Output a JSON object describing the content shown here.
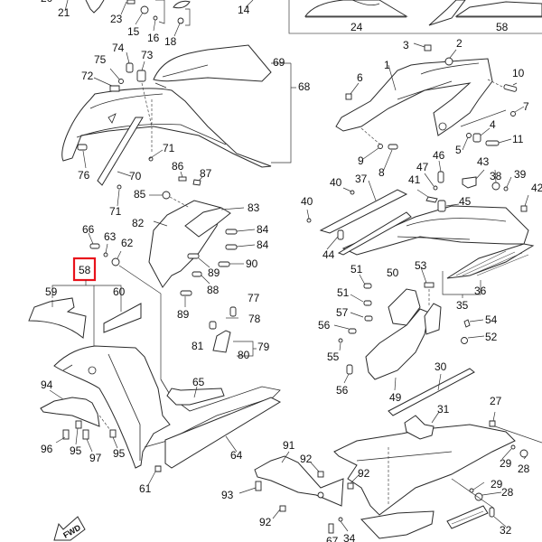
{
  "diagram": {
    "title": "Cowling parts exploded view",
    "highlighted_part": "58",
    "highlight_color": "#e8121b",
    "fwd_badge": "FWD",
    "callouts": [
      {
        "id": "20",
        "label": "20"
      },
      {
        "id": "21",
        "label": "21"
      },
      {
        "id": "23",
        "label": "23"
      },
      {
        "id": "15",
        "label": "15"
      },
      {
        "id": "16",
        "label": "16"
      },
      {
        "id": "18",
        "label": "18"
      },
      {
        "id": "14",
        "label": "14"
      },
      {
        "id": "24",
        "label": "24"
      },
      {
        "id": "58top",
        "label": "58"
      },
      {
        "id": "74",
        "label": "74"
      },
      {
        "id": "75",
        "label": "75"
      },
      {
        "id": "73",
        "label": "73"
      },
      {
        "id": "72",
        "label": "72"
      },
      {
        "id": "69",
        "label": "69"
      },
      {
        "id": "68",
        "label": "68"
      },
      {
        "id": "3",
        "label": "3"
      },
      {
        "id": "2",
        "label": "2"
      },
      {
        "id": "1",
        "label": "1"
      },
      {
        "id": "10",
        "label": "10"
      },
      {
        "id": "6",
        "label": "6"
      },
      {
        "id": "7",
        "label": "7"
      },
      {
        "id": "4",
        "label": "4"
      },
      {
        "id": "11",
        "label": "11"
      },
      {
        "id": "5",
        "label": "5"
      },
      {
        "id": "9",
        "label": "9"
      },
      {
        "id": "8",
        "label": "8"
      },
      {
        "id": "76",
        "label": "76"
      },
      {
        "id": "71a",
        "label": "71"
      },
      {
        "id": "70",
        "label": "70"
      },
      {
        "id": "71b",
        "label": "71"
      },
      {
        "id": "86",
        "label": "86"
      },
      {
        "id": "87",
        "label": "87"
      },
      {
        "id": "85",
        "label": "85"
      },
      {
        "id": "83",
        "label": "83"
      },
      {
        "id": "82",
        "label": "82"
      },
      {
        "id": "84a",
        "label": "84"
      },
      {
        "id": "84b",
        "label": "84"
      },
      {
        "id": "90",
        "label": "90"
      },
      {
        "id": "89a",
        "label": "89"
      },
      {
        "id": "88",
        "label": "88"
      },
      {
        "id": "89b",
        "label": "89"
      },
      {
        "id": "66",
        "label": "66"
      },
      {
        "id": "63",
        "label": "63"
      },
      {
        "id": "62",
        "label": "62"
      },
      {
        "id": "58",
        "label": "58"
      },
      {
        "id": "59",
        "label": "59"
      },
      {
        "id": "60",
        "label": "60"
      },
      {
        "id": "77",
        "label": "77"
      },
      {
        "id": "78",
        "label": "78"
      },
      {
        "id": "81",
        "label": "81"
      },
      {
        "id": "79",
        "label": "79"
      },
      {
        "id": "80",
        "label": "80"
      },
      {
        "id": "46",
        "label": "46"
      },
      {
        "id": "47",
        "label": "47"
      },
      {
        "id": "43",
        "label": "43"
      },
      {
        "id": "38",
        "label": "38"
      },
      {
        "id": "39",
        "label": "39"
      },
      {
        "id": "40a",
        "label": "40"
      },
      {
        "id": "37",
        "label": "37"
      },
      {
        "id": "41",
        "label": "41"
      },
      {
        "id": "45",
        "label": "45"
      },
      {
        "id": "42",
        "label": "42"
      },
      {
        "id": "40b",
        "label": "40"
      },
      {
        "id": "44",
        "label": "44"
      },
      {
        "id": "36",
        "label": "36"
      },
      {
        "id": "35",
        "label": "35"
      },
      {
        "id": "51a",
        "label": "51"
      },
      {
        "id": "50",
        "label": "50"
      },
      {
        "id": "53",
        "label": "53"
      },
      {
        "id": "51b",
        "label": "51"
      },
      {
        "id": "57",
        "label": "57"
      },
      {
        "id": "54",
        "label": "54"
      },
      {
        "id": "56a",
        "label": "56"
      },
      {
        "id": "52",
        "label": "52"
      },
      {
        "id": "55",
        "label": "55"
      },
      {
        "id": "56b",
        "label": "56"
      },
      {
        "id": "49",
        "label": "49"
      },
      {
        "id": "30",
        "label": "30"
      },
      {
        "id": "27",
        "label": "27"
      },
      {
        "id": "31",
        "label": "31"
      },
      {
        "id": "94",
        "label": "94"
      },
      {
        "id": "65",
        "label": "65"
      },
      {
        "id": "96",
        "label": "96"
      },
      {
        "id": "95a",
        "label": "95"
      },
      {
        "id": "97",
        "label": "97"
      },
      {
        "id": "95b",
        "label": "95"
      },
      {
        "id": "64",
        "label": "64"
      },
      {
        "id": "61",
        "label": "61"
      },
      {
        "id": "91",
        "label": "91"
      },
      {
        "id": "92a",
        "label": "92"
      },
      {
        "id": "92b",
        "label": "92"
      },
      {
        "id": "93",
        "label": "93"
      },
      {
        "id": "92c",
        "label": "92"
      },
      {
        "id": "29a",
        "label": "29"
      },
      {
        "id": "28a",
        "label": "28"
      },
      {
        "id": "29b",
        "label": "29"
      },
      {
        "id": "28b",
        "label": "28"
      },
      {
        "id": "32",
        "label": "32"
      },
      {
        "id": "34",
        "label": "34"
      },
      {
        "id": "67",
        "label": "67"
      }
    ]
  }
}
